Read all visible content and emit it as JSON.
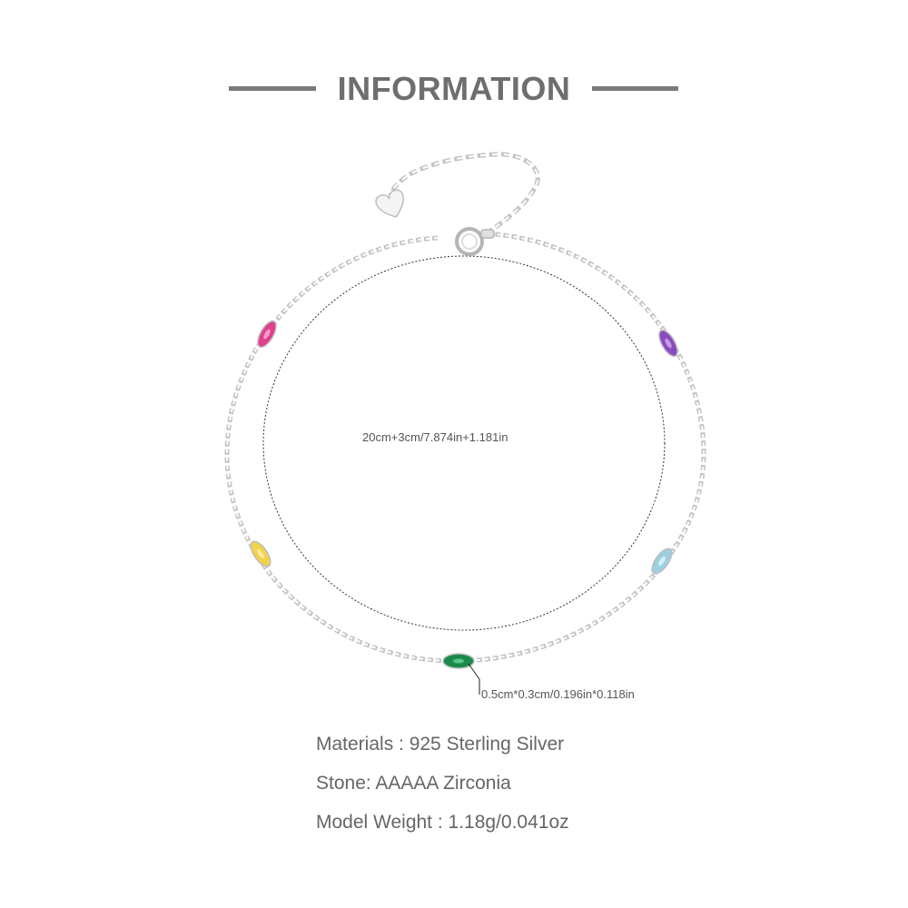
{
  "header": {
    "title": "INFORMATION"
  },
  "dimensions": {
    "length_label": "20cm+3cm/7.874in+1.181in",
    "stone_label": "0.5cm*0.3cm/0.196in*0.118in"
  },
  "specs": [
    "Materials : 925 Sterling Silver",
    "Stone: AAAAA Zirconia",
    "Model Weight : 1.18g/0.041oz"
  ],
  "stones": [
    {
      "name": "pink-stone",
      "color": "#e0408e"
    },
    {
      "name": "purple-stone",
      "color": "#8a4bbf"
    },
    {
      "name": "yellow-stone",
      "color": "#f2d24a"
    },
    {
      "name": "blue-stone",
      "color": "#9ccfe0"
    },
    {
      "name": "green-stone",
      "color": "#1a8a4a"
    }
  ],
  "colors": {
    "chain": "#bdbdbd",
    "rule": "#7a7a7a",
    "title": "#6e6e6e"
  }
}
